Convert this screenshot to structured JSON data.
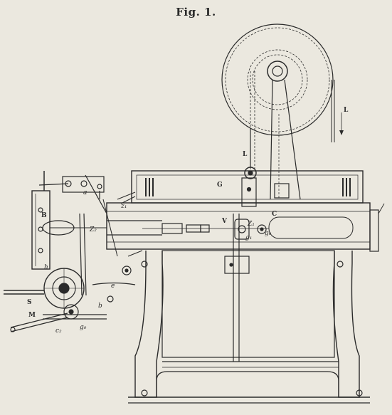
{
  "figure": {
    "title": "Fig. 1.",
    "labels": {
      "G": "G",
      "L_top": "L",
      "L_right": "L",
      "C": "C",
      "V": "V",
      "Z1": "Z₁",
      "Z2": "Z₂",
      "g1": "g₁",
      "g0": "g₀",
      "S": "S",
      "M": "M",
      "B": "B",
      "h": "h",
      "a": "a",
      "z1": "z₁",
      "g0_low": "g₀",
      "c2": "c₂",
      "b": "b",
      "e": "e"
    }
  },
  "colors": {
    "paper": "#ebe8df",
    "ink": "#2a2a2a"
  }
}
